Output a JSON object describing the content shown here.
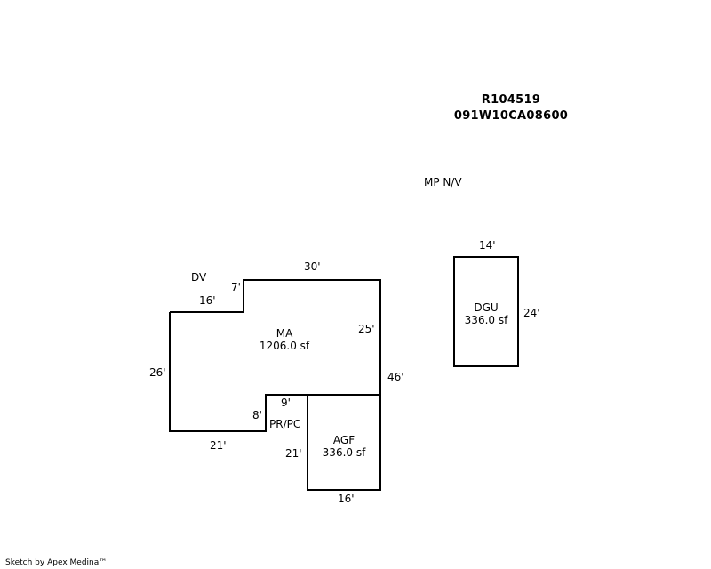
{
  "header": {
    "parcel_id": "R104519",
    "map_number": "091W10CA08600"
  },
  "labels": {
    "mp_nv": "MP N/V",
    "dv": "DV",
    "pr_pc": "PR/PC"
  },
  "areas": {
    "ma": {
      "name": "MA",
      "area": "1206.0 sf"
    },
    "agf": {
      "name": "AGF",
      "area": "336.0 sf"
    },
    "dgu": {
      "name": "DGU",
      "area": "336.0 sf"
    }
  },
  "dimensions": {
    "ma_top": "30'",
    "ma_notch_height": "7'",
    "ma_left_top": "16'",
    "ma_right_upper": "25'",
    "ma_right_total": "46'",
    "ma_left": "26'",
    "ma_bottom": "21'",
    "pr_height": "8'",
    "pr_top": "9'",
    "agf_left": "21'",
    "agf_bottom": "16'",
    "dgu_top": "14'",
    "dgu_right": "24'"
  },
  "footer": {
    "credit": "Sketch by Apex Medina™"
  }
}
